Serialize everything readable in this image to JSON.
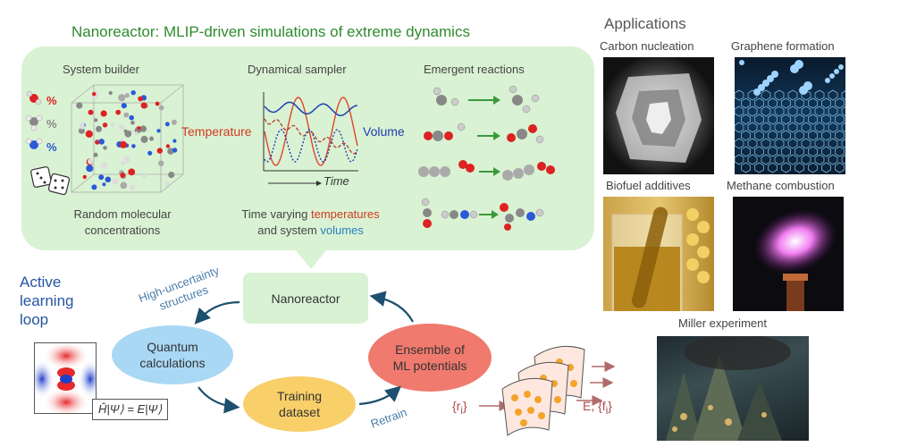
{
  "figure": {
    "title": "Nanoreactor: MLIP-driven simulations of extreme dynamics",
    "system_builder": {
      "title": "System builder",
      "caption_line1": "Random molecular",
      "caption_line2": "concentrations",
      "percent_symbol": "%"
    },
    "dynamical_sampler": {
      "title": "Dynamical sampler",
      "temperature_label": "Temperature",
      "volume_label": "Volume",
      "time_label": "Time",
      "caption_line1": "Time varying",
      "caption_word_temperatures": "temperatures",
      "caption_line2_prefix": "and system",
      "caption_word_volumes": "volumes"
    },
    "emergent_reactions": {
      "title": "Emergent reactions"
    },
    "active_learning": {
      "label_line1": "Active",
      "label_line2": "learning",
      "label_line3": "loop",
      "nanoreactor_node": "Nanoreactor",
      "quantum_node_line1": "Quantum",
      "quantum_node_line2": "calculations",
      "training_node_line1": "Training",
      "training_node_line2": "dataset",
      "ensemble_node_line1": "Ensemble of",
      "ensemble_node_line2": "ML potentials",
      "high_uncertainty_line1": "High-uncertainty",
      "high_uncertainty_line2": "structures",
      "retrain_label": "Retrain",
      "equation": "Ĥ|Ψ⟩ = E|Ψ⟩",
      "input_label": "{r",
      "input_sub": "i",
      "input_close": "}",
      "output_label_prefix": "E, {f",
      "output_sub": "i",
      "output_close": "}"
    },
    "applications": {
      "title": "Applications",
      "items": [
        "Carbon nucleation",
        "Graphene formation",
        "Biofuel additives",
        "Methane combustion",
        "Miller experiment"
      ]
    },
    "colors": {
      "panel_green": "#d9f2d3",
      "title_green": "#2e8b2e",
      "quantum_blue": "#a9d8f5",
      "training_yellow": "#f9cf6a",
      "ensemble_red": "#f07a6e",
      "arrow_navy": "#1d4f6e",
      "temperature_red": "#d3391f",
      "volume_blue": "#2140b0"
    }
  }
}
